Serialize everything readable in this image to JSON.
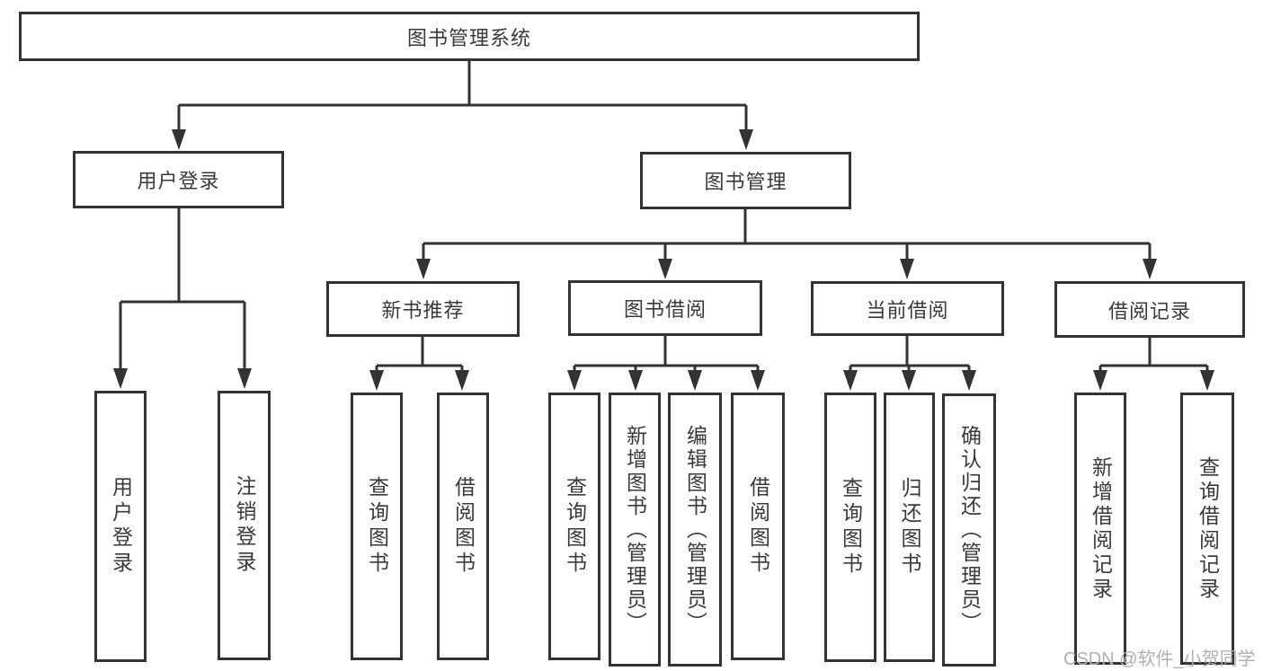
{
  "diagram": {
    "root": "图书管理系统",
    "level2": {
      "user_login": {
        "label": "用户登录",
        "children": [
          "用户登录",
          "注销登录"
        ]
      },
      "book_mgmt": {
        "label": "图书管理",
        "children": {
          "new_book_rec": {
            "label": "新书推荐",
            "children": [
              "查询图书",
              "借阅图书"
            ]
          },
          "book_borrow": {
            "label": "图书借阅",
            "children": [
              "查询图书",
              "新增图书（管理员）",
              "编辑图书（管理员）",
              "借阅图书"
            ]
          },
          "current_borrow": {
            "label": "当前借阅",
            "children": [
              "查询图书",
              "归还图书",
              "确认归还（管理员）"
            ]
          },
          "borrow_record": {
            "label": "借阅记录",
            "children": [
              "新增借阅记录",
              "查询借阅记录"
            ]
          }
        }
      }
    }
  },
  "watermark": "CSDN @软件_小贺同学",
  "colors": {
    "line": "#333333",
    "text": "#3a3a3a",
    "watermark": "#b0b0b0",
    "background": "#ffffff"
  }
}
